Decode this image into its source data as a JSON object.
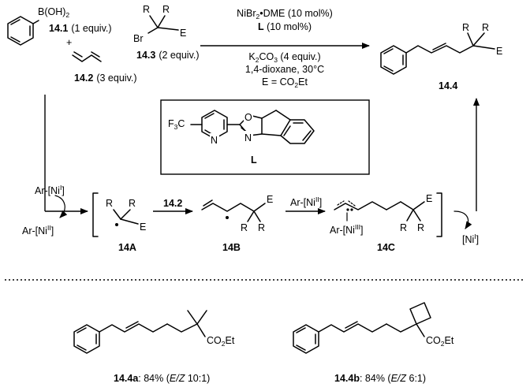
{
  "reactants": {
    "boronic_acid": {
      "group": "B(OH)",
      "group_sub": "2",
      "id": "14.1",
      "equiv": "(1 equiv.)"
    },
    "plus": "+",
    "diene": {
      "id": "14.2",
      "equiv": "(3 equiv.)"
    },
    "bromide": {
      "id": "14.3",
      "equiv": "(2 equiv.)",
      "r": "R",
      "br": "Br",
      "e": "E"
    }
  },
  "conditions": {
    "catalyst_pre": "NiBr",
    "catalyst_sub": "2",
    "catalyst_post": "•DME (10 mol%)",
    "ligand_bold": "L",
    "ligand_rest": " (10 mol%)",
    "base_pre": "K",
    "base_sub": "2",
    "base_mid": "CO",
    "base_sub2": "3",
    "base_post": " (4 equiv.)",
    "solvent": "1,4-dioxane, 30°C",
    "e_def_pre": "E = CO",
    "e_def_sub": "2",
    "e_def_post": "Et"
  },
  "ligand": {
    "cf3_pre": "F",
    "cf3_sub": "3",
    "cf3_post": "C",
    "n1": "N",
    "n2": "N",
    "o": "O",
    "label": "L"
  },
  "product": {
    "id": "14.4",
    "r": "R",
    "e": "E"
  },
  "mechanism": {
    "ni1": "Ar-[Ni",
    "ni1_sup": "I",
    "ni1_close": "]",
    "ni2": "Ar-[Ni",
    "ni2_sup": "II",
    "ni2_close": "]",
    "radical_a": {
      "id": "14A",
      "r": "R",
      "e": "E"
    },
    "reagent_arrow": "14.2",
    "radical_b": {
      "id": "14B",
      "r": "R",
      "e": "E"
    },
    "ni3": "Ar-[Ni",
    "ni3_sup": "II",
    "ni3_close": "]",
    "complex_c": {
      "id": "14C",
      "ni": "Ar-[Ni",
      "ni_sup": "III",
      "ni_close": "]",
      "r": "R",
      "e": "E"
    },
    "ni_out": "[Ni",
    "ni_out_sup": "I",
    "ni_out_close": "]"
  },
  "examples": [
    {
      "id": "14.4a",
      "text_pre": ": 84% (",
      "ez": "E/Z",
      "text_post": " 10:1)",
      "group_pre": "CO",
      "group_sub": "2",
      "group_post": "Et"
    },
    {
      "id": "14.4b",
      "text_pre": ": 84% (",
      "ez": "E/Z",
      "text_post": " 6:1)",
      "group_pre": "CO",
      "group_sub": "2",
      "group_post": "Et"
    }
  ]
}
